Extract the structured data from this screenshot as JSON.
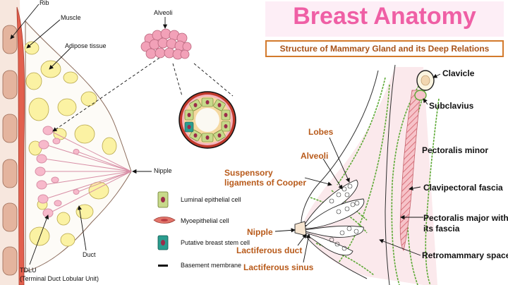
{
  "title": "Breast Anatomy",
  "subtitle": "Structure of Mammary Gland and its Deep Relations",
  "left_diagram": {
    "labels": {
      "rib": "Rib",
      "muscle": "Muscle",
      "adipose": "Adipose tissue",
      "alveoli": "Alveoli",
      "nipple": "Nipple",
      "duct": "Duct",
      "tdlu_1": "TDLU",
      "tdlu_2": "(Terminal Duct Lobular Unit)"
    },
    "legend": [
      {
        "label": "Luminal epithelial cell",
        "icon": "luminal-cell-icon"
      },
      {
        "label": "Myoepithelial cell",
        "icon": "myoepithelial-cell-icon"
      },
      {
        "label": "Putative breast stem cell",
        "icon": "stem-cell-icon"
      },
      {
        "label": "Basement membrane",
        "icon": "basement-membrane-icon"
      }
    ]
  },
  "right_diagram": {
    "labels": {
      "lobes": "Lobes",
      "alveoli": "Alveoli",
      "suspensory_1": "Suspensory",
      "suspensory_2": "ligaments of Cooper",
      "nipple": "Nipple",
      "lactiferous_duct": "Lactiferous duct",
      "lactiferous_sinus": "Lactiferous sinus",
      "clavicle": "Clavicle",
      "subclavius": "Subclavius",
      "pectoralis_minor": "Pectoralis minor",
      "clavipectoral": "Clavipectoral fascia",
      "pectoralis_major_1": "Pectoralis major with",
      "pectoralis_major_2": "its fascia",
      "retromammary": "Retromammary space"
    }
  },
  "colors": {
    "title": "#ef5fa5",
    "title_bg": "#fdeef6",
    "subtitle_border": "#d37a2c",
    "orange_label": "#b85a1a",
    "rib": "#e4b49e",
    "muscle": "#e2604e",
    "fat": "#fbf2a3",
    "lobule": "#f7b9cb",
    "fascia_green": "#5ca934",
    "luminal": "#c7d98a",
    "stem": "#2a9d8f"
  }
}
